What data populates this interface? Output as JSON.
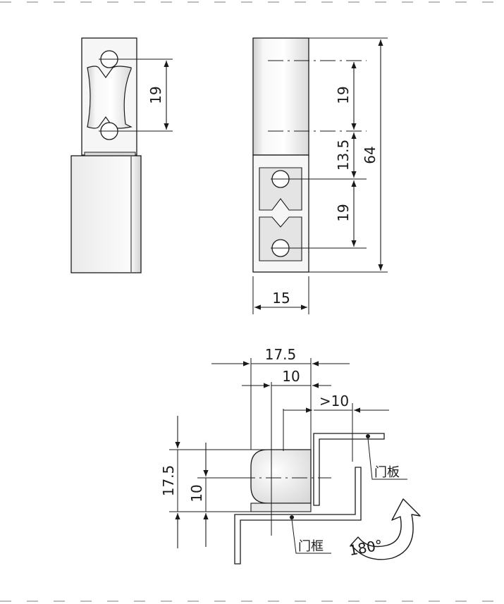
{
  "views": {
    "side": {
      "pin_spacing": "19"
    },
    "front": {
      "upper_spacing": "19",
      "leaf_offset": "13.5",
      "total_height": "64",
      "lower_spacing": "19",
      "width": "15"
    },
    "install": {
      "overall_width": "17.5",
      "pivot_offset": "10",
      "door_clearance": ">10",
      "overall_height": "17.5",
      "pivot_height": "10",
      "door_panel_label": "门板",
      "door_frame_label": "门框",
      "rotation_label": "180°"
    }
  },
  "colors": {
    "line": "#1a1a1a",
    "part_fill": "#f4f4f4",
    "part_shade": "#dcdcdc",
    "border_dash": "#bdbdbd"
  }
}
